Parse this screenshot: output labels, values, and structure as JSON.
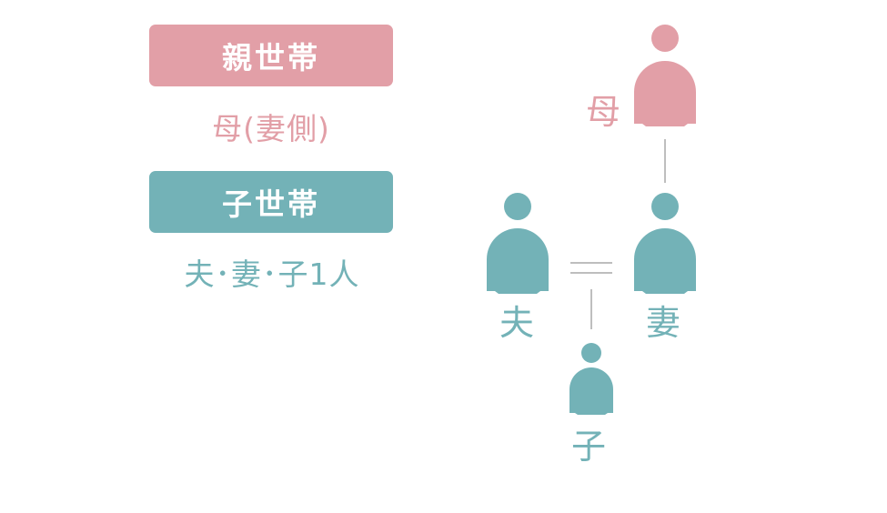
{
  "parent_household": {
    "badge": "親世帯",
    "members": "母(妻側)",
    "color": "#e29fa7"
  },
  "child_household": {
    "badge": "子世帯",
    "members": "夫･妻･子1人",
    "color": "#73b2b7"
  },
  "family_tree": {
    "mother_label": "母",
    "husband_label": "夫",
    "wife_label": "妻",
    "child_label": "子"
  }
}
